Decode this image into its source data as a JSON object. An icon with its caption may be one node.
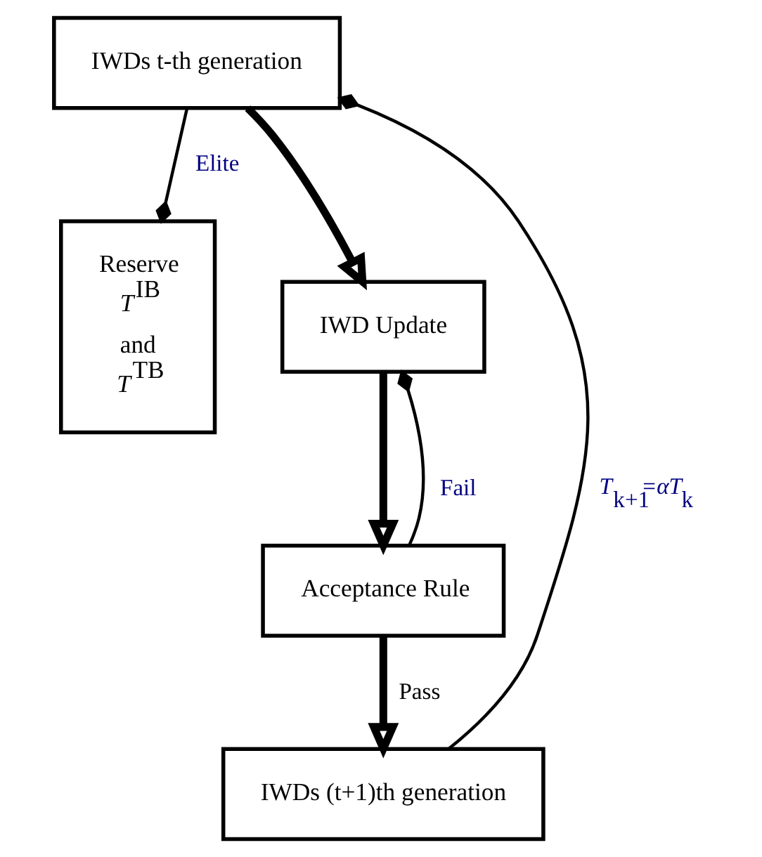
{
  "diagram": {
    "nodes": [
      {
        "text": [
          "IWDs t-th generation"
        ]
      },
      {
        "text": [
          "Reserve",
          "*T*$^{IB}$",
          "and",
          "*T*$^{TB}$"
        ]
      },
      {
        "text": [
          "IWD Update"
        ]
      },
      {
        "text": [
          "Acceptance Rule"
        ]
      },
      {
        "text": [
          "IWDs (t+1)th generation"
        ]
      }
    ],
    "edges": [
      {
        "from": 0,
        "to": 1,
        "arrow": "other",
        "label": "Elite"
      },
      {
        "from": 0,
        "to": 2,
        "arrow": "to",
        "style": "thick"
      },
      {
        "from": 2,
        "to": 3,
        "arrow": "to",
        "style": "thick"
      },
      {
        "from": 3,
        "to": 2,
        "arrow": "other",
        "label": "Fail"
      },
      {
        "from": 3,
        "to": 4,
        "arrow": "to",
        "style": "thick",
        "label": "Pass"
      },
      {
        "from": 4,
        "to": 0,
        "arrow": "other",
        "label": "*T*$_{k+1}$=*αT*$_{k}$"
      }
    ]
  }
}
